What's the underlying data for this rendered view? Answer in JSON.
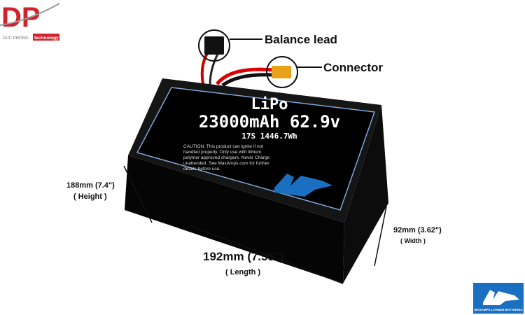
{
  "logo": {
    "brand": "DP",
    "subtitle": "DUC PHONG",
    "tag": "technology"
  },
  "battery": {
    "type": "LiPo",
    "capacity_voltage": "23000mAh 62.9v",
    "config_energy": "17S 1446.7Wh",
    "caution": [
      "CAUTION: This product can ignite if not",
      "handled properly. Only use with lithium",
      "polymer approved chargers. Never Charge",
      "unattended. See MaxAmps.com for further",
      "details before use."
    ]
  },
  "callouts": {
    "balance": "Balance lead",
    "connector": "Connector"
  },
  "dimensions": {
    "height": "188mm (7.4\")",
    "height_label": "( Height )",
    "length": "192mm (7.55\")",
    "length_label": "( Length )",
    "width": "92mm (3.62\")",
    "width_label": "( Width )"
  },
  "maxamps": {
    "tagline": "MAXAMPS LITHIUM BATTERIES"
  },
  "colors": {
    "logo_red": "#d3202a",
    "accent_blue": "#1a6fc0"
  }
}
